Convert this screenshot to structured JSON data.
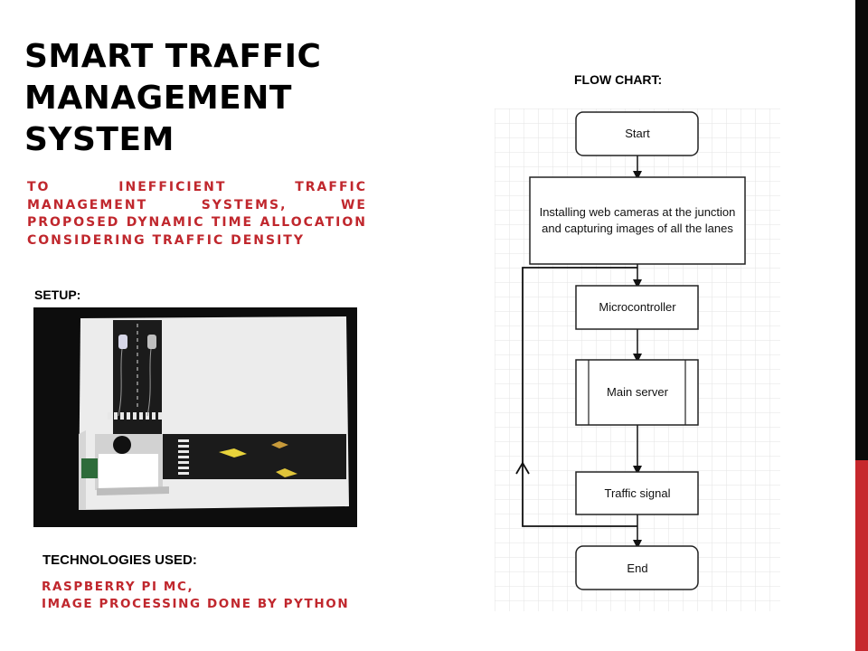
{
  "slide": {
    "title_lines": [
      "SMART TRAFFIC",
      "MANAGEMENT",
      "SYSTEM"
    ],
    "intro": "TO INEFFICIENT TRAFFIC MANAGEMENT SYSTEMS, WE PROPOSED DYNAMIC TIME ALLOCATION CONSIDERING TRAFFIC DENSITY",
    "setup_label": "SETUP:",
    "technologies_label": "TECHNOLOGIES USED:",
    "technologies": [
      "RASPBERRY PI MC,",
      "IMAGE PROCESSING DONE BY PYTHON"
    ],
    "flowchart_label": "FLOW CHART:"
  },
  "flowchart": {
    "nodes": {
      "start": "Start",
      "capture_line1": "Installing web cameras at the junction",
      "capture_line2": "and capturing images of all the lanes",
      "micro": "Microcontroller",
      "server": "Main server",
      "signal": "Traffic signal",
      "end": "End"
    }
  },
  "colors": {
    "accent_red": "#c0272d",
    "side_bar_dark": "#0a0a0a",
    "side_bar_red": "#c6282d"
  }
}
